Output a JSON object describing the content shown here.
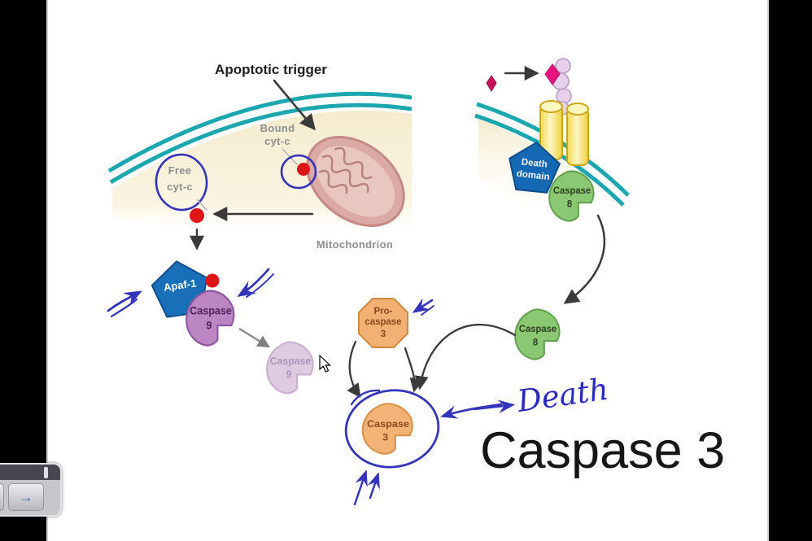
{
  "window": {
    "kind": "lecture-slide",
    "letterbox_color": "#000000",
    "background": "#ffffff"
  },
  "toolbar": {
    "next_glyph": "→"
  },
  "palette": {
    "membrane_teal": "#1ba6b0",
    "cytosol_cream": "#f5ecce",
    "mitochondrion_pink": "#dcaaa4",
    "mitochondrion_inner": "#e9c6c0",
    "cytc_red": "#dd1617",
    "apaf1_blue": "#1a70b8",
    "caspase9_purple": "#bb86c2",
    "caspase9_faded": "#decbe2",
    "procaspase3_orange": "#f2b173",
    "caspase3_orange": "#f2b377",
    "caspase8_green": "#8cc873",
    "death_domain_blue": "#1568b4",
    "receptor_yellow": "#f9e97c",
    "ligand_magenta": "#e8127e",
    "ligand_dark": "#c31557",
    "sphere_lavender": "#e6d0ea",
    "ink_blue": "#3434bb",
    "label_gray": "#8e8e8e"
  },
  "labels": {
    "apoptotic_trigger": "Apoptotic trigger",
    "bound_cytc_1": "Bound",
    "bound_cytc_2": "cyt-c",
    "free_cytc_1": "Free",
    "free_cytc_2": "cyt-c",
    "mitochondrion": "Mitochondrion",
    "apaf1": "Apaf-1",
    "caspase9_1": "Caspase",
    "caspase9_2": "9",
    "caspase9_faded_1": "Caspase",
    "caspase9_faded_2": "9",
    "procaspase3_1": "Pro-",
    "procaspase3_2": "caspase",
    "procaspase3_3": "3",
    "caspase3_1": "Caspase",
    "caspase3_2": "3",
    "caspase8_top_1": "Caspase",
    "caspase8_top_2": "8",
    "caspase8_low_1": "Caspase",
    "caspase8_low_2": "8",
    "death_domain_1": "Death",
    "death_domain_2": "domain"
  },
  "annotations": {
    "death_note": "Death",
    "caspase3_big": "Caspase 3"
  }
}
